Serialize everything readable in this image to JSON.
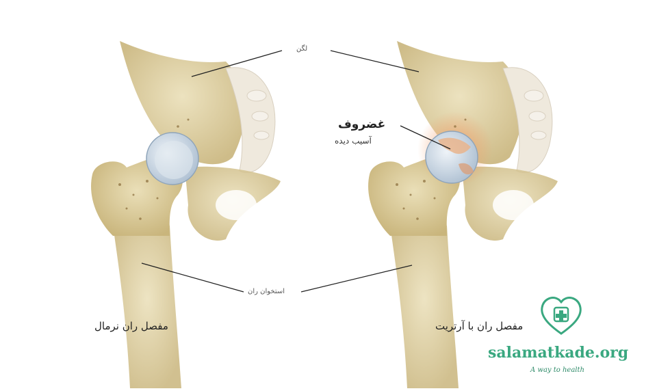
{
  "labels": {
    "pelvis": "لگن",
    "cartilage": "غضروف",
    "damaged": "آسیب دیده",
    "femur": "استخوان ران",
    "normal_hip": "مفصل ران نرمال",
    "arthritis_hip": "مفصل ران با آرتریت"
  },
  "brand": {
    "name": "salamatkade.org",
    "tagline": "A way to health",
    "logo_icon": "heart-cross-icon",
    "color": "#3aa880"
  },
  "colors": {
    "bone": "#e8dcb4",
    "bone_shadow": "#c9b47a",
    "cartilage": "#c8d7e6",
    "inflammation": "#f4a070"
  }
}
